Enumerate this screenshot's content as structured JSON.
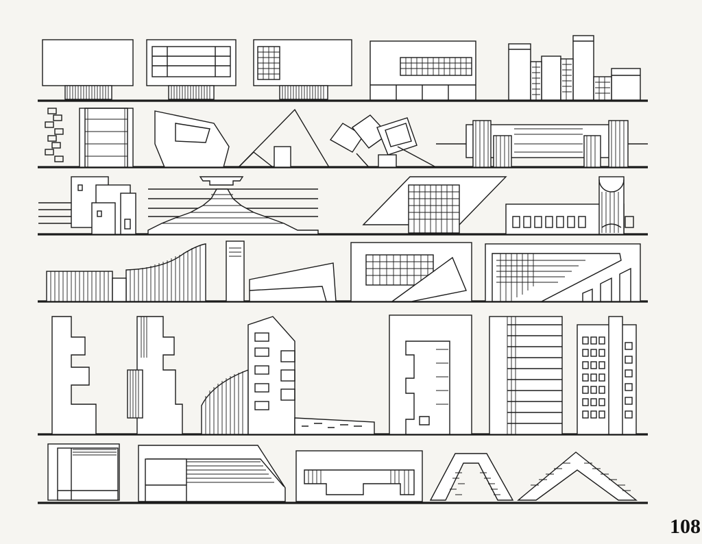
{
  "page": {
    "number": "108"
  },
  "colors": {
    "ink": "#1b1b1b",
    "paper": "#f6f5f1"
  },
  "rows": [
    {
      "id": "row-1",
      "drawing_count": 5
    },
    {
      "id": "row-2",
      "drawing_count": 5
    },
    {
      "id": "row-3",
      "drawing_count": 4
    },
    {
      "id": "row-4",
      "drawing_count": 5
    },
    {
      "id": "row-5",
      "drawing_count": 6
    },
    {
      "id": "row-6",
      "drawing_count": 5
    }
  ]
}
